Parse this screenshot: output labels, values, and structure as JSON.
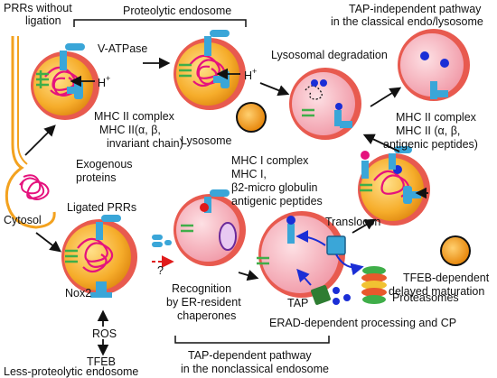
{
  "labels": {
    "prrs_without_ligation": [
      "PRRs without",
      "ligation"
    ],
    "proteolytic_endosome": "Proteolytic endosome",
    "v_atpase": "V-ATPase",
    "h_plus": "H",
    "plus": "+",
    "tap_independent": [
      "TAP-independent pathway",
      "in the classical endo/lysosome"
    ],
    "lysosomal_degradation": "Lysosomal degradation",
    "mhc2_left": [
      "MHC II complex",
      "MHC II(α, β,",
      "invariant chain)"
    ],
    "lysosome": "Lysosome",
    "mhc2_right": [
      "MHC II complex",
      "MHC II (α, β,",
      "antigenic peptides)"
    ],
    "exogenous_proteins": [
      "Exogenous",
      "proteins"
    ],
    "cytosol": "Cytosol",
    "ligated_prrs": "Ligated PRRs",
    "mhc1": [
      "MHC I complex",
      "MHC I,",
      "β2-micro globulin",
      "antigenic peptides"
    ],
    "translocon": "Translocon",
    "tfeb_dependent": [
      "TFEB-dependent",
      "delayed maturation"
    ],
    "nox2": "Nox2",
    "question": "?",
    "recognition": [
      "Recognition",
      "by ER-resident",
      "chaperones"
    ],
    "tap": "TAP",
    "proteasomes": "Proteasomes",
    "ros": "ROS",
    "tfeb": "TFEB",
    "erad": "ERAD-dependent processing and CP",
    "less_proteolytic": "Less-proteolytic endosome",
    "tap_dependent": [
      "TAP-dependent pathway",
      "in the nonclassical endosome"
    ]
  },
  "colors": {
    "endosome_orange": "#f3a21f",
    "endosome_red": "#e85a4f",
    "endosome_pink": "#f4a9b2",
    "protein_magenta": "#e5127d",
    "receptor_blue": "#3aa6d8",
    "mhc_green": "#3fae49",
    "tap_green": "#2e7d32",
    "peptide_blue": "#1a2ed6",
    "lysosome_orange": "#f29312",
    "arrow_red": "#e01b1b"
  }
}
